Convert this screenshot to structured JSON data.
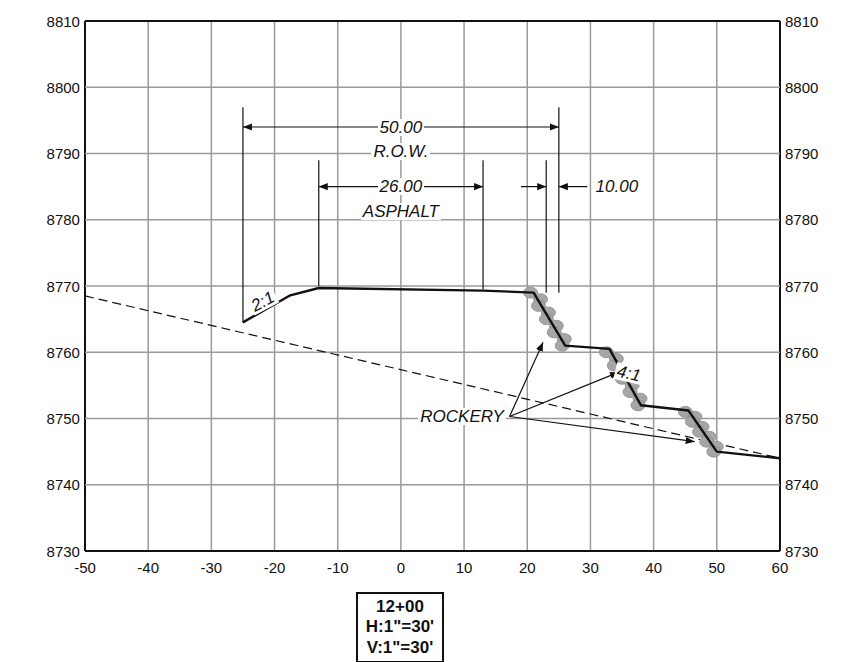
{
  "diagram": {
    "nodes": [
      {
        "text": [
          "12+00",
          "H:1\"=30'",
          "V:1\"=30'"
        ]
      }
    ],
    "labels": [
      "8810",
      "8800",
      "8790",
      "8780",
      "8770",
      "8760",
      "8750",
      "8740",
      "8730",
      "8810",
      "8800",
      "8790",
      "8780",
      "8770",
      "8760",
      "8750",
      "8740",
      "8730",
      "-50",
      "-40",
      "-30",
      "-20",
      "-10",
      "0",
      "10",
      "20",
      "30",
      "40",
      "50",
      "60",
      "50.00",
      "R.O.W.",
      "26.00",
      "ASPHALT",
      "10.00",
      "2:1",
      "4:1",
      "ROCKERY"
    ]
  }
}
